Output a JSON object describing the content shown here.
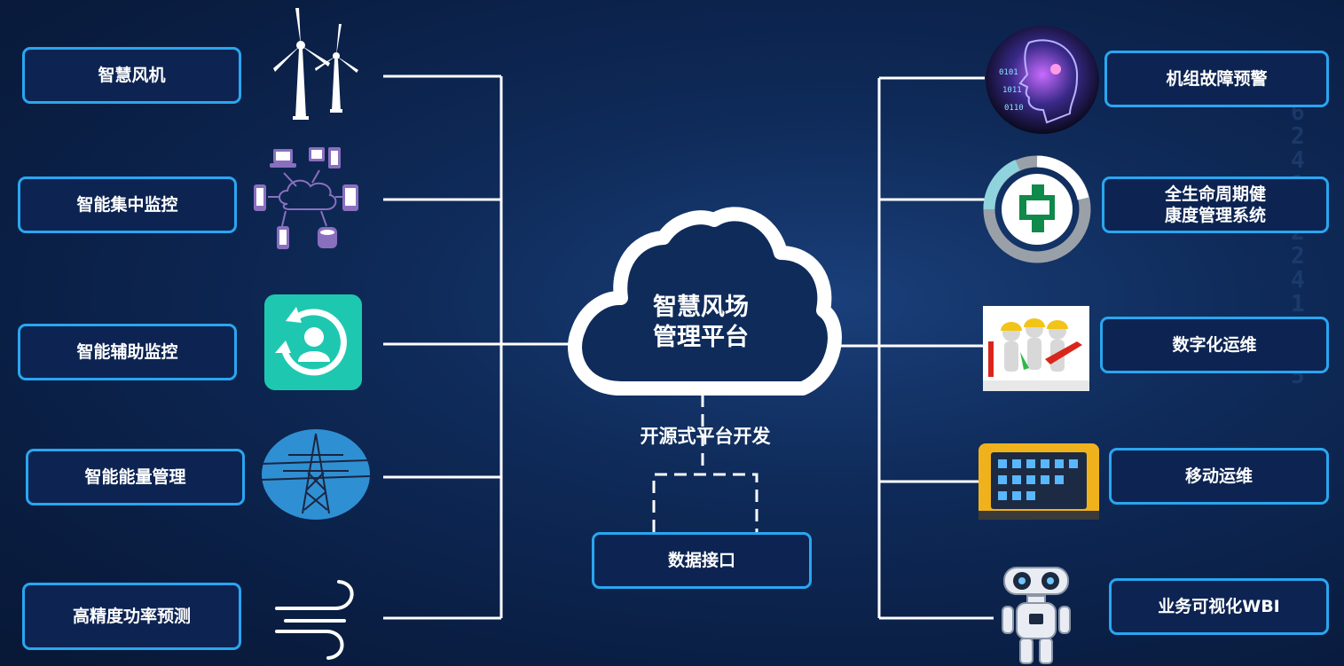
{
  "platform": {
    "line1": "智慧风场",
    "line2": "管理平台"
  },
  "open_source_label": "开源式平台开发",
  "data_interface_label": "数据接口",
  "left_modules": [
    {
      "label": "智慧风机",
      "icon": "wind-turbine-icon"
    },
    {
      "label": "智能集中监控",
      "icon": "network-devices-icon"
    },
    {
      "label": "智能辅助监控",
      "icon": "user-refresh-icon"
    },
    {
      "label": "智能能量管理",
      "icon": "power-tower-icon"
    },
    {
      "label": "高精度功率预测",
      "icon": "wind-icon"
    }
  ],
  "right_modules": [
    {
      "label": "机组故障预警",
      "icon": "ai-head-icon"
    },
    {
      "label_line1": "全生命周期健",
      "label_line2": "康度管理系统",
      "icon": "health-ring-icon"
    },
    {
      "label": "数字化运维",
      "icon": "workers-tools-icon"
    },
    {
      "label": "移动运维",
      "icon": "rugged-tablet-icon"
    },
    {
      "label": "业务可视化WBI",
      "icon": "robot-icon"
    }
  ],
  "colors": {
    "background": "#0f2b5a",
    "border": "#2aa6f0",
    "line": "#ffffff"
  }
}
